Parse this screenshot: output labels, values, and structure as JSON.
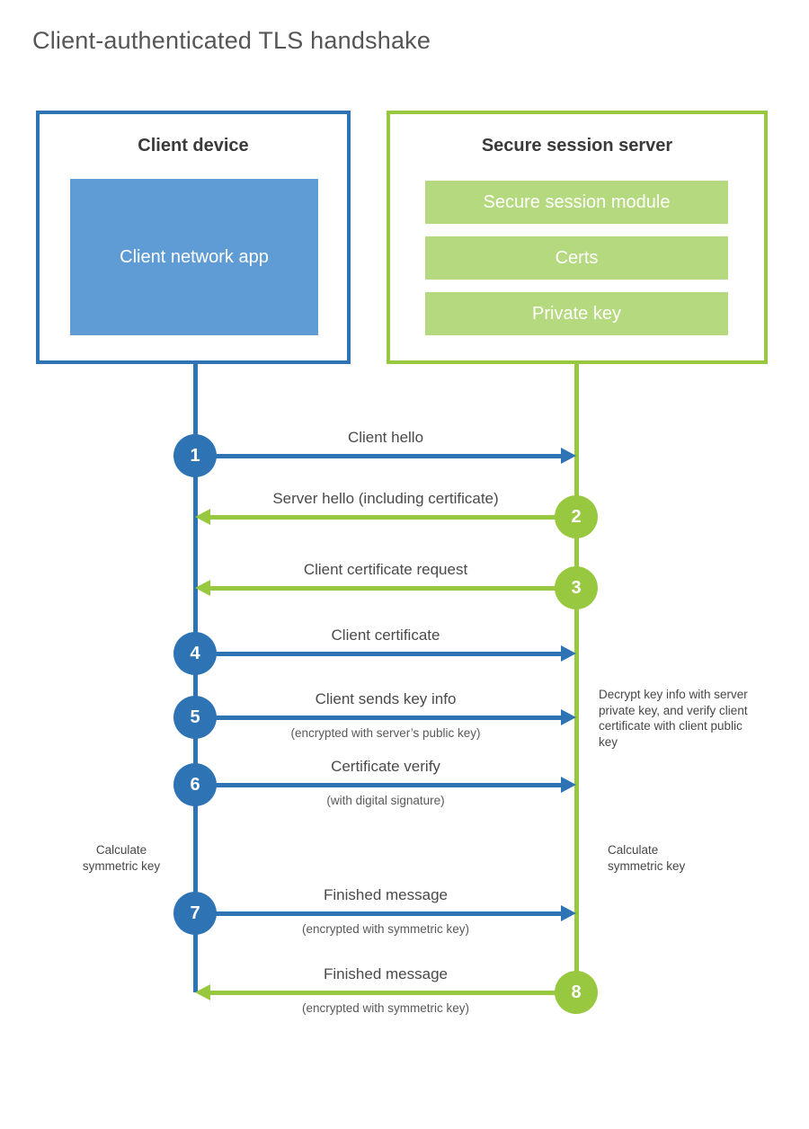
{
  "title": "Client-authenticated TLS handshake",
  "colors": {
    "blue": "#2e74b5",
    "blue_fill": "#5f9cd6",
    "green": "#98c83f",
    "green_fill": "#b5d97e"
  },
  "client": {
    "title": "Client device",
    "app_label": "Client network app"
  },
  "server": {
    "title": "Secure session server",
    "modules": [
      "Secure session module",
      "Certs",
      "Private key"
    ]
  },
  "steps": [
    {
      "num": "1",
      "label": "Client hello",
      "sub": "",
      "from": "client"
    },
    {
      "num": "2",
      "label": "Server hello (including certificate)",
      "sub": "",
      "from": "server"
    },
    {
      "num": "3",
      "label": "Client certificate request",
      "sub": "",
      "from": "server"
    },
    {
      "num": "4",
      "label": "Client certificate",
      "sub": "",
      "from": "client"
    },
    {
      "num": "5",
      "label": "Client sends key info",
      "sub": "(encrypted with server’s public key)",
      "from": "client"
    },
    {
      "num": "6",
      "label": "Certificate verify",
      "sub": "(with digital signature)",
      "from": "client"
    },
    {
      "num": "7",
      "label": "Finished message",
      "sub": "(encrypted with symmetric key)",
      "from": "client"
    },
    {
      "num": "8",
      "label": "Finished message",
      "sub": "(encrypted with symmetric key)",
      "from": "server"
    }
  ],
  "notes": {
    "decrypt": "Decrypt key info with server private key, and verify client certificate with client public key",
    "calc_left": "Calculate symmetric key",
    "calc_right": "Calculate symmetric key"
  }
}
